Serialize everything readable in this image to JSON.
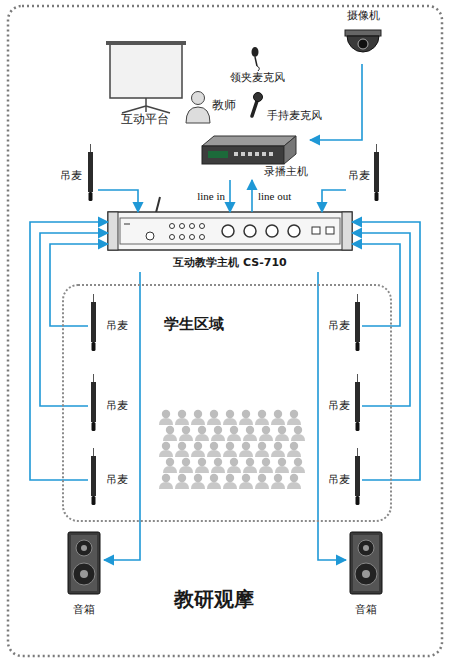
{
  "diagram": {
    "nodes": [
      {
        "text": [
          "互动平台"
        ]
      },
      {
        "text": [
          "教师"
        ]
      },
      {
        "text": [
          "领夹麦克风"
        ]
      },
      {
        "text": [
          "手持麦克风"
        ]
      },
      {
        "text": [
          "摄像机"
        ]
      },
      {
        "text": [
          "录播主机"
        ]
      },
      {
        "text": [
          "吊麦"
        ]
      },
      {
        "text": [
          "吊麦"
        ]
      },
      {
        "text": [
          "互动教学主机 CS-710"
        ]
      },
      {
        "text": [
          "学生区域"
        ]
      },
      {
        "text": [
          "吊麦"
        ],
        "in": 9
      },
      {
        "text": [
          "吊麦"
        ],
        "in": 9
      },
      {
        "text": [
          "吊麦"
        ],
        "in": 9
      },
      {
        "text": [
          "吊麦"
        ],
        "in": 9
      },
      {
        "text": [
          "吊麦"
        ],
        "in": 9
      },
      {
        "text": [
          "吊麦"
        ],
        "in": 9
      },
      {
        "text": [
          "音箱"
        ]
      },
      {
        "text": [
          "音箱"
        ]
      }
    ],
    "edges": [
      {
        "from": 4,
        "to": 5,
        "arrow": "to"
      },
      {
        "from": 5,
        "to": 8,
        "label": "line in",
        "arrow": "to"
      },
      {
        "from": 8,
        "to": 5,
        "label": "line out",
        "arrow": "to"
      },
      {
        "from": 6,
        "to": 8,
        "arrow": "to"
      },
      {
        "from": 7,
        "to": 8,
        "arrow": "to"
      },
      {
        "from": 10,
        "to": 8,
        "arrow": "to"
      },
      {
        "from": 11,
        "to": 8,
        "arrow": "to"
      },
      {
        "from": 12,
        "to": 8,
        "arrow": "to"
      },
      {
        "from": 13,
        "to": 8,
        "arrow": "to"
      },
      {
        "from": 14,
        "to": 8,
        "arrow": "to"
      },
      {
        "from": 15,
        "to": 8,
        "arrow": "to"
      },
      {
        "from": 8,
        "to": 16,
        "arrow": "to"
      },
      {
        "from": 8,
        "to": 17,
        "arrow": "to"
      }
    ],
    "labels": [
      "教研观摩"
    ]
  }
}
